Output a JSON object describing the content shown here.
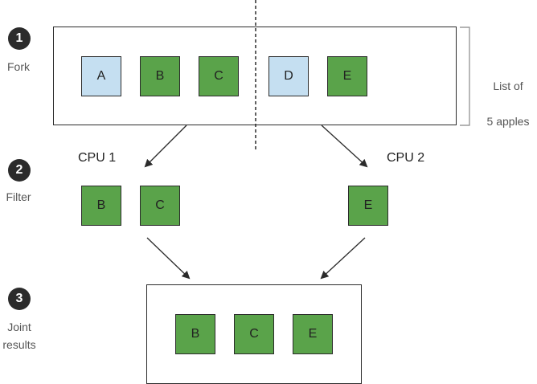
{
  "steps": [
    {
      "number": "1",
      "label": "Fork"
    },
    {
      "number": "2",
      "label": "Filter"
    },
    {
      "number": "3",
      "label_line1": "Joint",
      "label_line2": "results"
    }
  ],
  "input_list": {
    "items": [
      {
        "label": "A",
        "color": "blue"
      },
      {
        "label": "B",
        "color": "green"
      },
      {
        "label": "C",
        "color": "green"
      },
      {
        "label": "D",
        "color": "blue"
      },
      {
        "label": "E",
        "color": "green"
      }
    ],
    "side_label_line1": "List of",
    "side_label_line2": "5 apples"
  },
  "cpus": [
    {
      "name": "CPU 1",
      "filtered": [
        "B",
        "C"
      ]
    },
    {
      "name": "CPU 2",
      "filtered": [
        "E"
      ]
    }
  ],
  "results": [
    "B",
    "C",
    "E"
  ],
  "colors": {
    "green": "#5aa34a",
    "blue": "#c5dff1",
    "stroke": "#2b2b2b"
  }
}
